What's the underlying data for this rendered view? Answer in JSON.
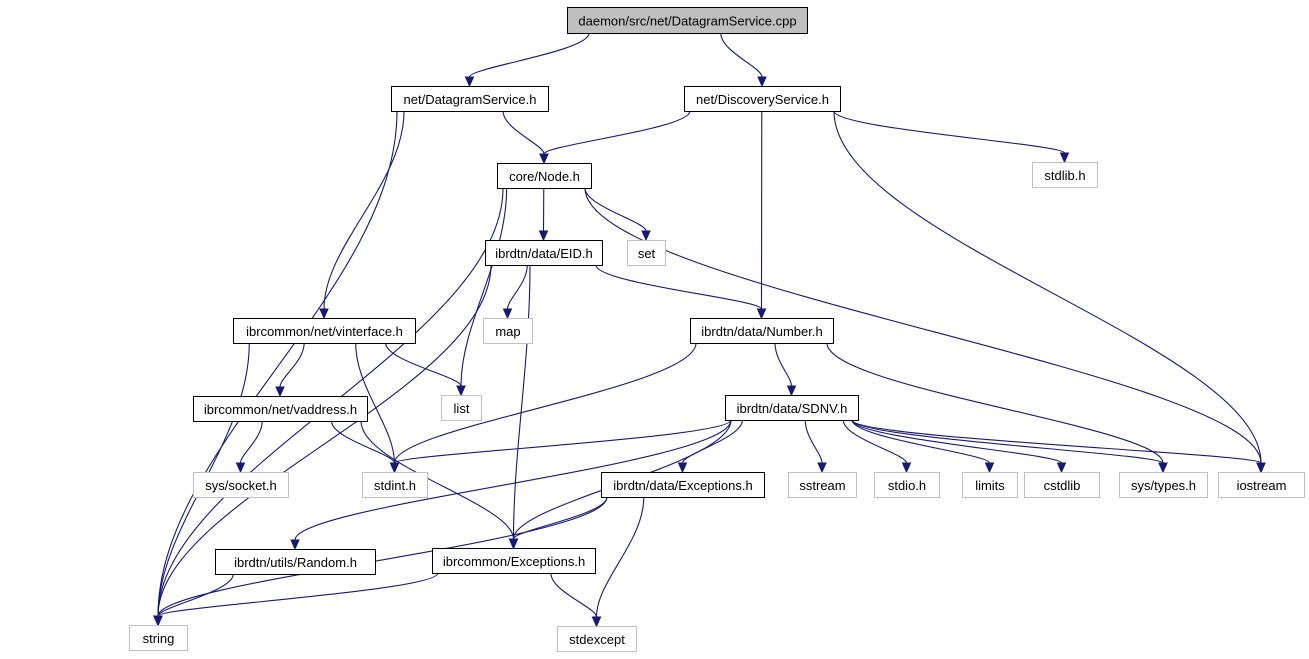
{
  "diagram": {
    "title": "",
    "colors": {
      "edge": "#191970",
      "doc_border": "#000000",
      "sys_border": "#bfbfbf",
      "root_fill": "#bfbfbf"
    },
    "nodes": [
      {
        "id": "root",
        "label": "daemon/src/net/DatagramService.cpp",
        "kind": "root"
      },
      {
        "id": "dgs",
        "label": "net/DatagramService.h",
        "kind": "doc"
      },
      {
        "id": "disc",
        "label": "net/DiscoveryService.h",
        "kind": "doc"
      },
      {
        "id": "node",
        "label": "core/Node.h",
        "kind": "doc"
      },
      {
        "id": "stdlib",
        "label": "stdlib.h",
        "kind": "sys"
      },
      {
        "id": "eid",
        "label": "ibrdtn/data/EID.h",
        "kind": "doc"
      },
      {
        "id": "set",
        "label": "set",
        "kind": "sys"
      },
      {
        "id": "vif",
        "label": "ibrcommon/net/vinterface.h",
        "kind": "doc"
      },
      {
        "id": "map",
        "label": "map",
        "kind": "sys"
      },
      {
        "id": "number",
        "label": "ibrdtn/data/Number.h",
        "kind": "doc"
      },
      {
        "id": "vaddr",
        "label": "ibrcommon/net/vaddress.h",
        "kind": "doc"
      },
      {
        "id": "list",
        "label": "list",
        "kind": "sys"
      },
      {
        "id": "sdnv",
        "label": "ibrdtn/data/SDNV.h",
        "kind": "doc"
      },
      {
        "id": "socket",
        "label": "sys/socket.h",
        "kind": "sys"
      },
      {
        "id": "stdint",
        "label": "stdint.h",
        "kind": "sys"
      },
      {
        "id": "dtnexc",
        "label": "ibrdtn/data/Exceptions.h",
        "kind": "doc"
      },
      {
        "id": "sstream",
        "label": "sstream",
        "kind": "sys"
      },
      {
        "id": "stdio",
        "label": "stdio.h",
        "kind": "sys"
      },
      {
        "id": "limits",
        "label": "limits",
        "kind": "sys"
      },
      {
        "id": "cstdlib",
        "label": "cstdlib",
        "kind": "sys"
      },
      {
        "id": "systypes",
        "label": "sys/types.h",
        "kind": "sys"
      },
      {
        "id": "iostream",
        "label": "iostream",
        "kind": "sys"
      },
      {
        "id": "random",
        "label": "ibrdtn/utils/Random.h",
        "kind": "doc"
      },
      {
        "id": "commonexc",
        "label": "ibrcommon/Exceptions.h",
        "kind": "doc"
      },
      {
        "id": "string",
        "label": "string",
        "kind": "sys"
      },
      {
        "id": "stdexcept",
        "label": "stdexcept",
        "kind": "sys"
      }
    ],
    "edges": [
      {
        "from": "root",
        "to": "dgs"
      },
      {
        "from": "root",
        "to": "disc"
      },
      {
        "from": "dgs",
        "to": "node"
      },
      {
        "from": "dgs",
        "to": "vif"
      },
      {
        "from": "dgs",
        "to": "string"
      },
      {
        "from": "disc",
        "to": "node"
      },
      {
        "from": "disc",
        "to": "number"
      },
      {
        "from": "disc",
        "to": "stdlib"
      },
      {
        "from": "disc",
        "to": "iostream"
      },
      {
        "from": "node",
        "to": "eid"
      },
      {
        "from": "node",
        "to": "set"
      },
      {
        "from": "node",
        "to": "list"
      },
      {
        "from": "node",
        "to": "string"
      },
      {
        "from": "node",
        "to": "iostream"
      },
      {
        "from": "eid",
        "to": "map"
      },
      {
        "from": "eid",
        "to": "number"
      },
      {
        "from": "eid",
        "to": "commonexc"
      },
      {
        "from": "eid",
        "to": "string"
      },
      {
        "from": "vif",
        "to": "vaddr"
      },
      {
        "from": "vif",
        "to": "list"
      },
      {
        "from": "vif",
        "to": "stdint"
      },
      {
        "from": "vif",
        "to": "string"
      },
      {
        "from": "number",
        "to": "sdnv"
      },
      {
        "from": "number",
        "to": "stdint"
      },
      {
        "from": "number",
        "to": "systypes"
      },
      {
        "from": "vaddr",
        "to": "socket"
      },
      {
        "from": "vaddr",
        "to": "stdint"
      },
      {
        "from": "vaddr",
        "to": "commonexc"
      },
      {
        "from": "sdnv",
        "to": "dtnexc"
      },
      {
        "from": "sdnv",
        "to": "random"
      },
      {
        "from": "sdnv",
        "to": "commonexc"
      },
      {
        "from": "sdnv",
        "to": "stdint"
      },
      {
        "from": "sdnv",
        "to": "sstream"
      },
      {
        "from": "sdnv",
        "to": "stdio"
      },
      {
        "from": "sdnv",
        "to": "limits"
      },
      {
        "from": "sdnv",
        "to": "cstdlib"
      },
      {
        "from": "sdnv",
        "to": "systypes"
      },
      {
        "from": "sdnv",
        "to": "iostream"
      },
      {
        "from": "dtnexc",
        "to": "commonexc"
      },
      {
        "from": "dtnexc",
        "to": "string"
      },
      {
        "from": "dtnexc",
        "to": "stdexcept"
      },
      {
        "from": "random",
        "to": "string"
      },
      {
        "from": "commonexc",
        "to": "string"
      },
      {
        "from": "commonexc",
        "to": "stdexcept"
      }
    ]
  }
}
